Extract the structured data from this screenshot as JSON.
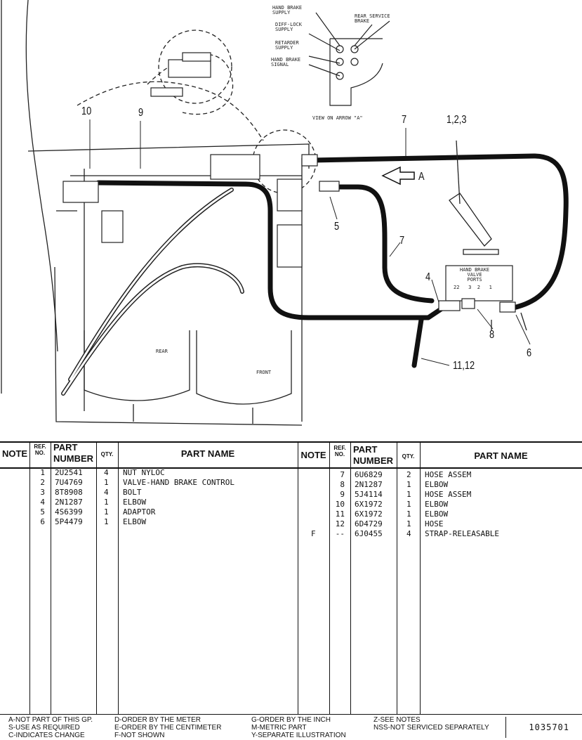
{
  "drawing": {
    "callouts": [
      "10",
      "9",
      "7",
      "1,2,3",
      "A",
      "5",
      "7",
      "4",
      "8",
      "6",
      "11,12"
    ],
    "view_labels": {
      "hand_brake_supply": "HAND BRAKE\nSUPPLY",
      "rear_service_brake": "REAR SERVICE\nBRAKE",
      "diff_lock_supply": "DIFF-LOCK\nSUPPLY",
      "retarder_supply": "RETARDER\nSUPPLY",
      "hand_brake_signal": "HAND BRAKE\nSIGNAL",
      "view_on_arrow": "VIEW ON ARROW \"A\""
    },
    "valve_labels": {
      "title": "HAND BRAKE\nVALVE\nPORTS",
      "port_numbers": "22   3  2   1"
    },
    "tank_labels": {
      "rear": "REAR",
      "front": "FRONT"
    }
  },
  "table": {
    "headers": {
      "note": "NOTE",
      "ref_no": "REF.\nNO.",
      "part_number": "PART\nNUMBER",
      "qty": "QTY.",
      "part_name": "PART NAME"
    },
    "left": [
      {
        "note": "",
        "ref": "1",
        "part_number": "2U2541",
        "qty": "4",
        "part_name": "NUT NYLOC"
      },
      {
        "note": "",
        "ref": "2",
        "part_number": "7U4769",
        "qty": "1",
        "part_name": "VALVE-HAND BRAKE CONTROL"
      },
      {
        "note": "",
        "ref": "3",
        "part_number": "8T8908",
        "qty": "4",
        "part_name": "BOLT"
      },
      {
        "note": "",
        "ref": "4",
        "part_number": "2N1287",
        "qty": "1",
        "part_name": "ELBOW"
      },
      {
        "note": "",
        "ref": "5",
        "part_number": "4S6399",
        "qty": "1",
        "part_name": "ADAPTOR"
      },
      {
        "note": "",
        "ref": "6",
        "part_number": "5P4479",
        "qty": "1",
        "part_name": "ELBOW"
      }
    ],
    "right": [
      {
        "note": "",
        "ref": "7",
        "part_number": "6U6829",
        "qty": "2",
        "part_name": "HOSE ASSEM"
      },
      {
        "note": "",
        "ref": "8",
        "part_number": "2N1287",
        "qty": "1",
        "part_name": "ELBOW"
      },
      {
        "note": "",
        "ref": "9",
        "part_number": "5J4114",
        "qty": "1",
        "part_name": "HOSE ASSEM"
      },
      {
        "note": "",
        "ref": "10",
        "part_number": "6X1972",
        "qty": "1",
        "part_name": "ELBOW"
      },
      {
        "note": "",
        "ref": "11",
        "part_number": "6X1972",
        "qty": "1",
        "part_name": "ELBOW"
      },
      {
        "note": "",
        "ref": "12",
        "part_number": "6D4729",
        "qty": "1",
        "part_name": "HOSE"
      },
      {
        "note": "F",
        "ref": "--",
        "part_number": "6J0455",
        "qty": "4",
        "part_name": "STRAP-RELEASABLE"
      }
    ]
  },
  "footer": {
    "col1": [
      "A-NOT PART OF THIS GP.",
      "S-USE AS REQUIRED",
      "C-INDICATES CHANGE"
    ],
    "col2": [
      "D-ORDER BY THE METER",
      "E-ORDER BY THE CENTIMETER",
      "F-NOT SHOWN"
    ],
    "col3": [
      "G-ORDER BY THE INCH",
      "M-METRIC PART",
      "Y-SEPARATE ILLUSTRATION"
    ],
    "col4": [
      "Z-SEE NOTES",
      "NSS-NOT SERVICED SEPARATELY"
    ],
    "illustration_no": "1035701"
  }
}
